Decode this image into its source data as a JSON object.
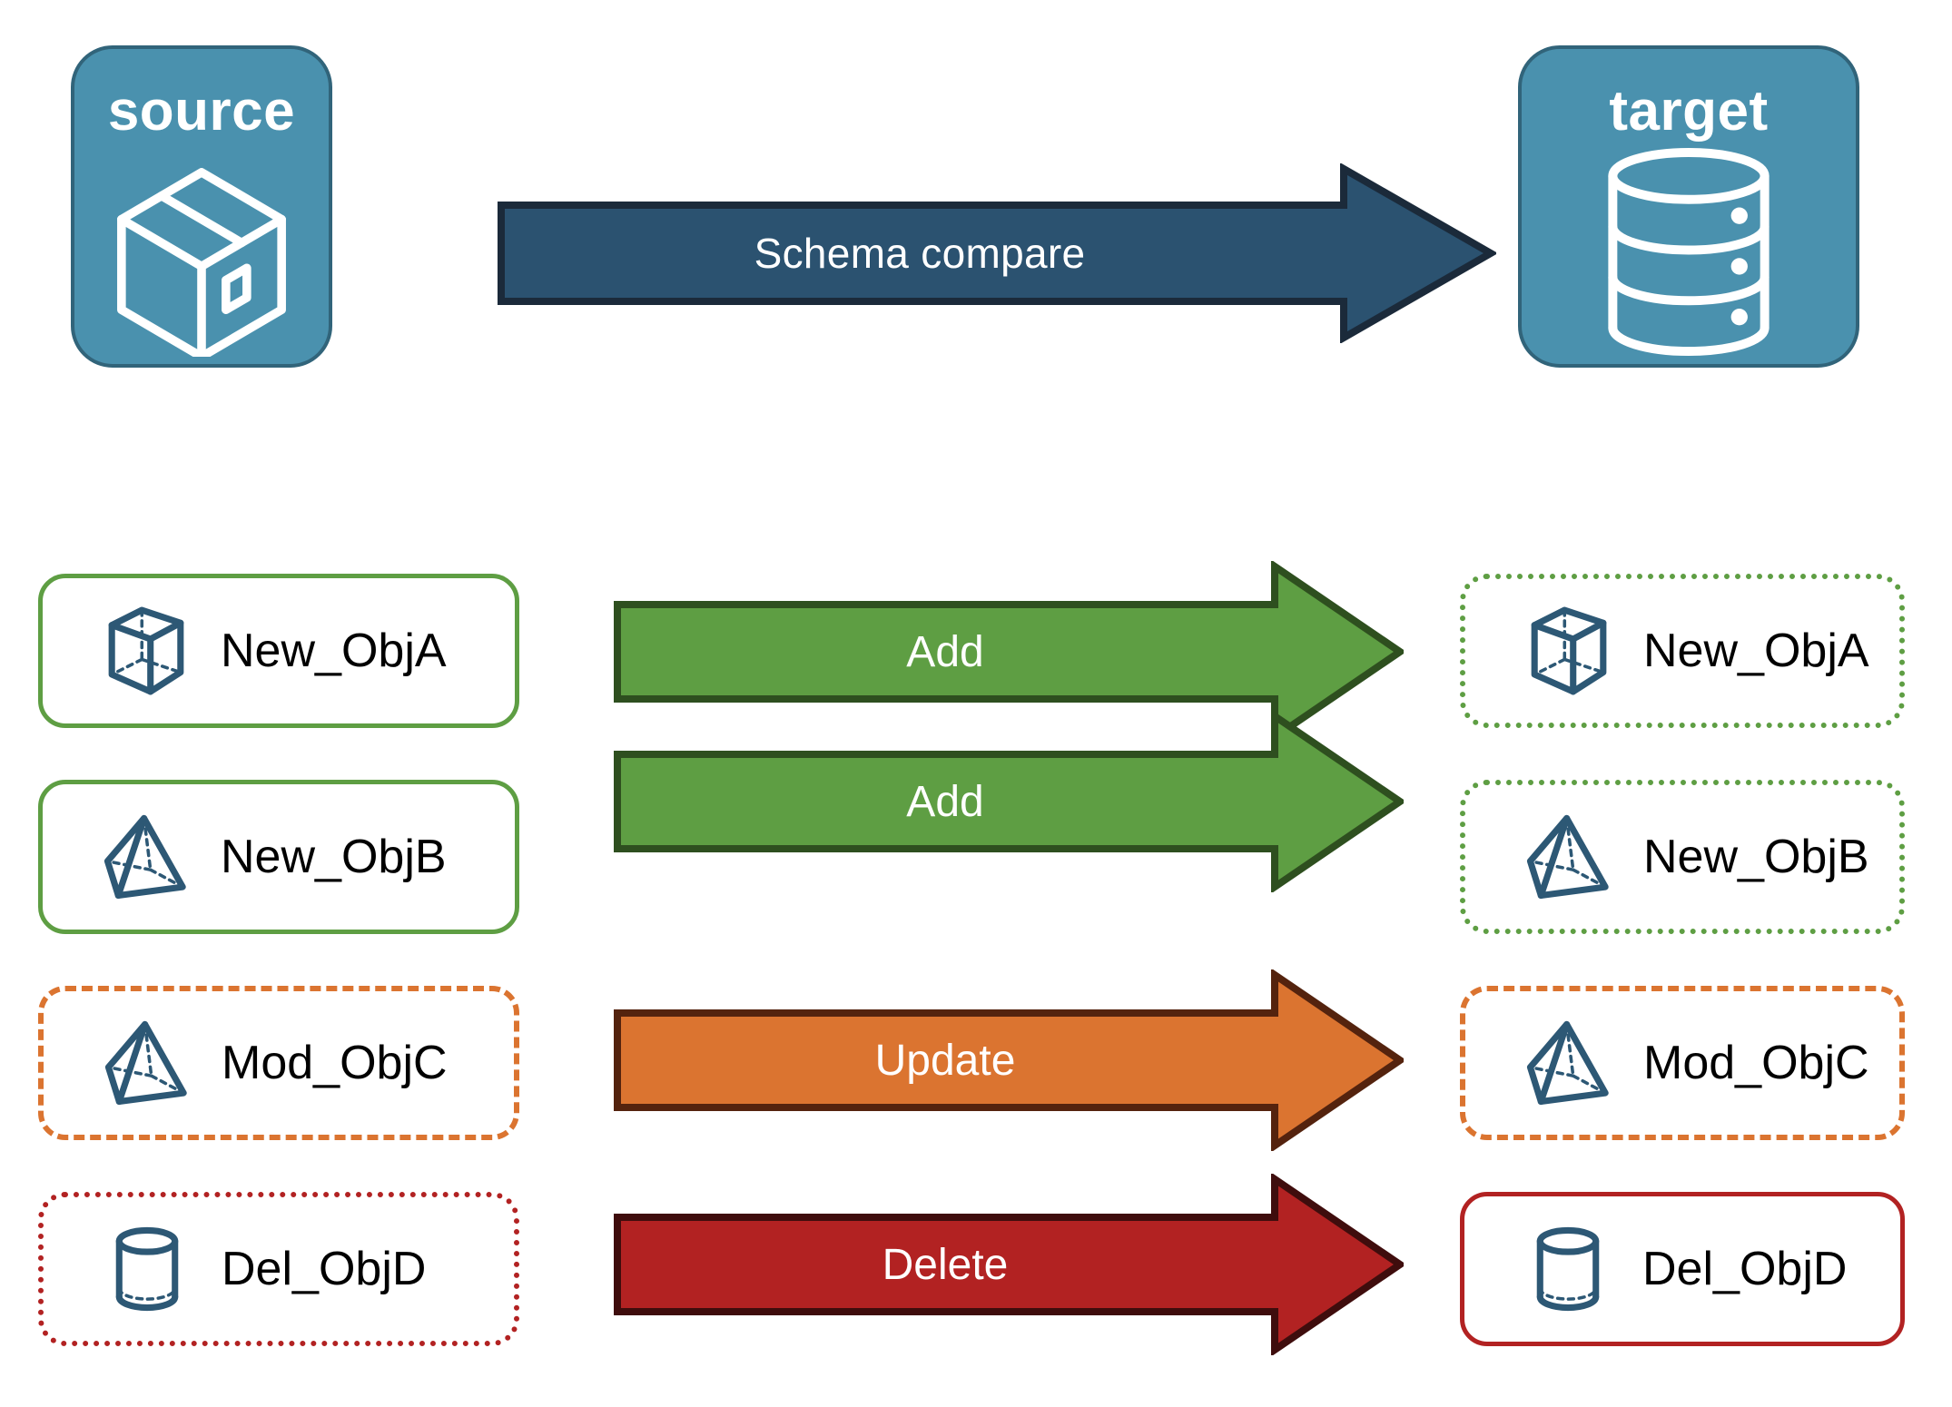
{
  "endpoints": {
    "source": {
      "title": "source",
      "icon": "package-box-icon",
      "fill": "#4A91AE",
      "stroke": "#31647A"
    },
    "target": {
      "title": "target",
      "icon": "database-cylinder-icon",
      "fill": "#4A91AE",
      "stroke": "#31647A"
    }
  },
  "schema_arrow": {
    "label": "Schema compare",
    "fill": "#2B5270",
    "stroke": "#1B2A3A"
  },
  "rows": [
    {
      "action": "Add",
      "arrow_fill": "#5E9E43",
      "arrow_stroke": "#2E4F1F",
      "source": {
        "label": "New_ObjA",
        "icon": "cube-wireframe-icon",
        "border_style": "solid",
        "border_color": "#5E9E43"
      },
      "target": {
        "label": "New_ObjA",
        "icon": "cube-wireframe-icon",
        "border_style": "dotted",
        "border_color": "#5E9E43"
      }
    },
    {
      "action": "Add",
      "arrow_fill": "#5E9E43",
      "arrow_stroke": "#2E4F1F",
      "source": {
        "label": "New_ObjB",
        "icon": "pyramid-wireframe-icon",
        "border_style": "solid",
        "border_color": "#5E9E43"
      },
      "target": {
        "label": "New_ObjB",
        "icon": "pyramid-wireframe-icon",
        "border_style": "dotted",
        "border_color": "#5E9E43"
      }
    },
    {
      "action": "Update",
      "arrow_fill": "#DB7430",
      "arrow_stroke": "#54230E",
      "source": {
        "label": "Mod_ObjC",
        "icon": "pyramid-wireframe-icon",
        "border_style": "dashed",
        "border_color": "#DB7430"
      },
      "target": {
        "label": "Mod_ObjC",
        "icon": "pyramid-wireframe-icon",
        "border_style": "dashed",
        "border_color": "#DB7430"
      }
    },
    {
      "action": "Delete",
      "arrow_fill": "#B22222",
      "arrow_stroke": "#3F0D0D",
      "source": {
        "label": "Del_ObjD",
        "icon": "cylinder-wireframe-icon",
        "border_style": "dotted",
        "border_color": "#B22222"
      },
      "target": {
        "label": "Del_ObjD",
        "icon": "cylinder-wireframe-icon",
        "border_style": "solid",
        "border_color": "#B22222"
      }
    }
  ],
  "palette": {
    "endpoint_blue": "#4A91AE",
    "endpoint_blue_dark": "#31647A",
    "icon_navy": "#2D5875",
    "green": "#5E9E43",
    "orange": "#DB7430",
    "red": "#B22222",
    "navy": "#2B5270"
  }
}
